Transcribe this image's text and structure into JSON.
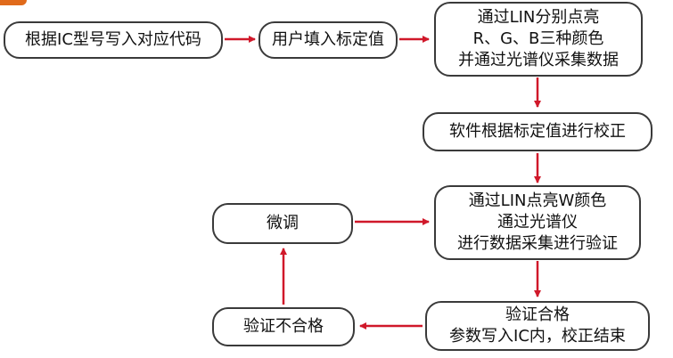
{
  "nodes": {
    "write_code": {
      "lines": [
        "根据IC型号写入对应代码"
      ]
    },
    "user_input": {
      "lines": [
        "用户填入标定值"
      ]
    },
    "rgb_collect": {
      "lines": [
        "通过LIN分别点亮",
        "R、G、B三种颜色",
        "并通过光谱仪采集数据"
      ]
    },
    "software_calibrate": {
      "lines": [
        "软件根据标定值进行校正"
      ]
    },
    "white_verify": {
      "lines": [
        "通过LIN点亮W颜色",
        "通过光谱仪",
        "进行数据采集进行验证"
      ]
    },
    "fine_tune": {
      "lines": [
        "微调"
      ]
    },
    "verify_fail": {
      "lines": [
        "验证不合格"
      ]
    },
    "verify_pass": {
      "lines": [
        "验证合格",
        "参数写入IC内，校正结束"
      ]
    }
  },
  "colors": {
    "arrow": "#d0182a",
    "node_border": "#3a3a3a",
    "accent": "#e06a1b"
  }
}
